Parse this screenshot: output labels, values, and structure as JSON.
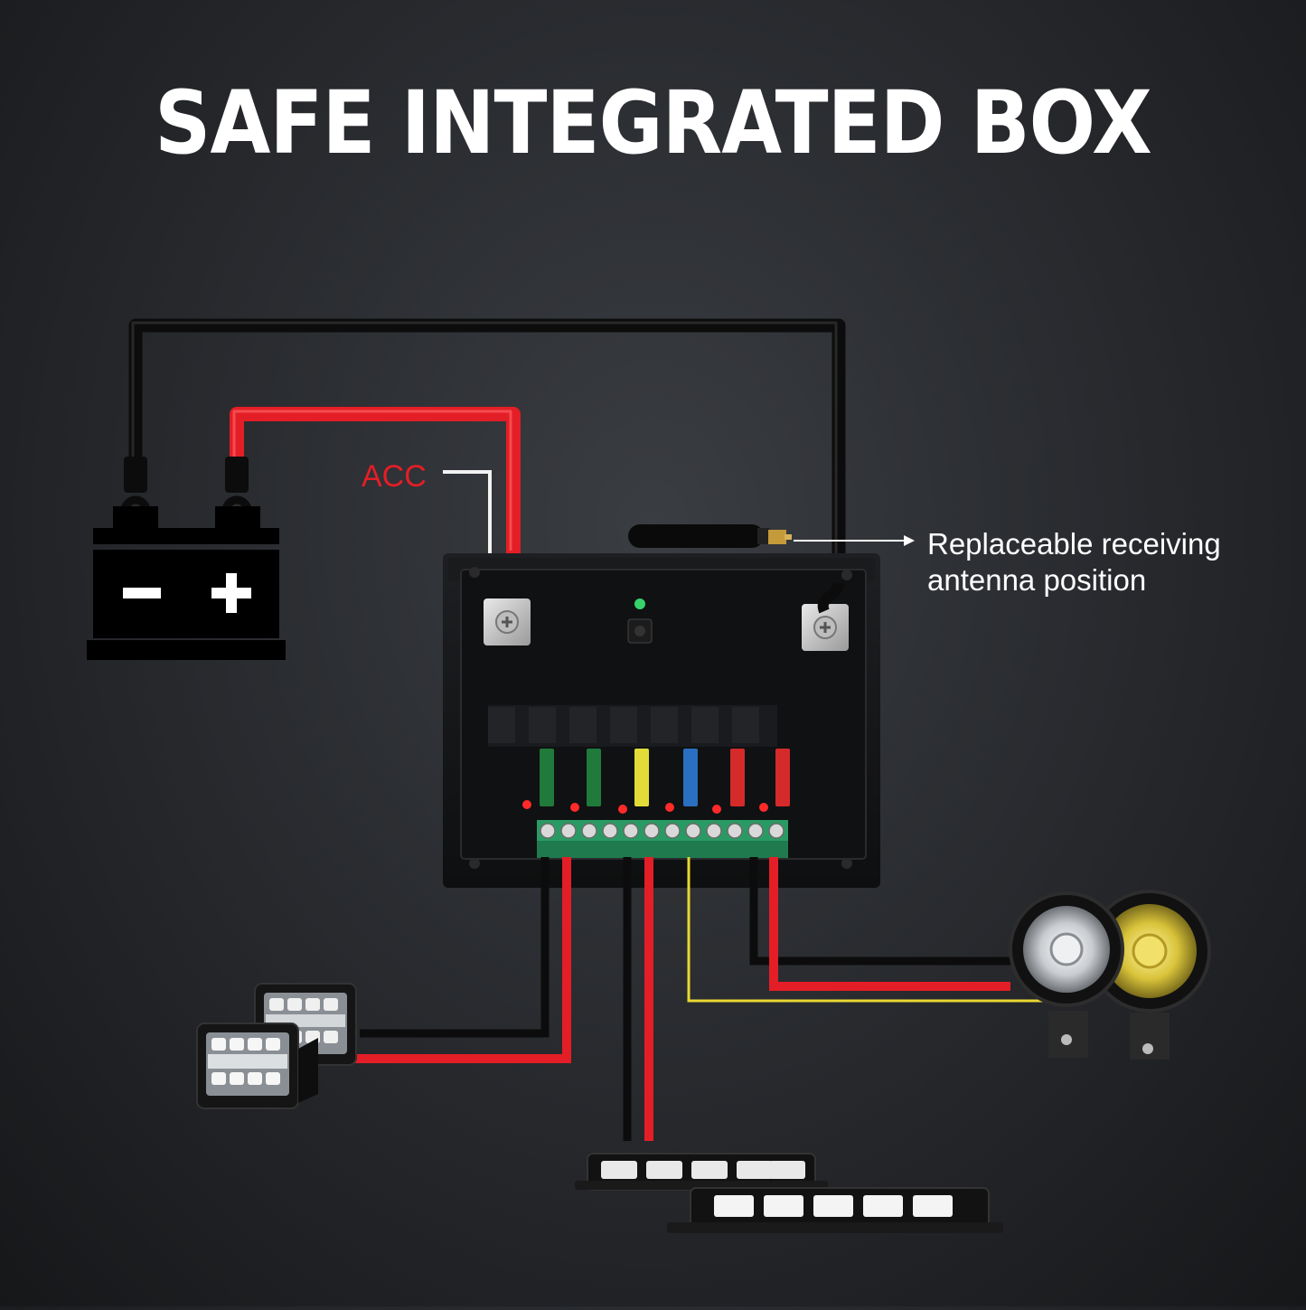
{
  "title": "SAFE INTEGRATED BOX",
  "labels": {
    "acc": "ACC",
    "antenna_line1": "Replaceable receiving",
    "antenna_line2": "antenna position"
  },
  "battery": {
    "minus": "−",
    "plus": "+"
  },
  "colors": {
    "background": "#26282c",
    "red_wire": "#e41e26",
    "black_wire": "#111111",
    "yellow_wire": "#e8d832",
    "white_wire": "#f2f2f2",
    "terminal_green": "#2a9a64"
  },
  "fuses": [
    "green",
    "green",
    "yellow",
    "blue",
    "red",
    "red"
  ],
  "icons": [
    "battery-icon",
    "antenna-icon",
    "control-box-icon",
    "work-light-icon",
    "round-fog-light-icon",
    "light-bar-icon"
  ]
}
